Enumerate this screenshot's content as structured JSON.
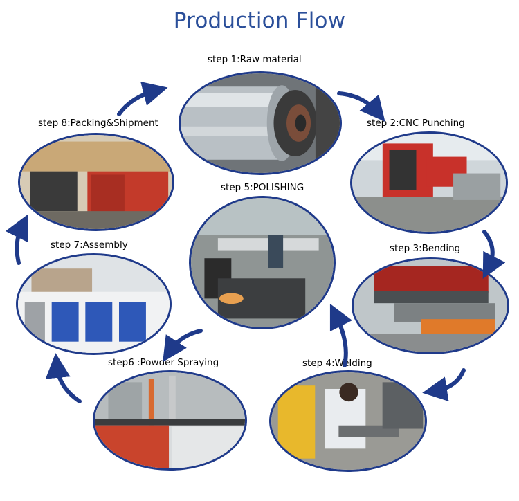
{
  "title": "Production Flow",
  "steps": {
    "s1": "step 1:Raw material",
    "s2": "step 2:CNC Punching",
    "s3": "step 3:Bending",
    "s4": "step 4:Welding",
    "s5": "step 5:POLISHING",
    "s6": "step6 :Powder Spraying",
    "s7": "step 7:Assembly",
    "s8": "step 8:Packing&Shipment"
  },
  "colors": {
    "title": "#2b4f9a",
    "outline": "#1f3a8a",
    "arrow": "#1f3a8a"
  }
}
